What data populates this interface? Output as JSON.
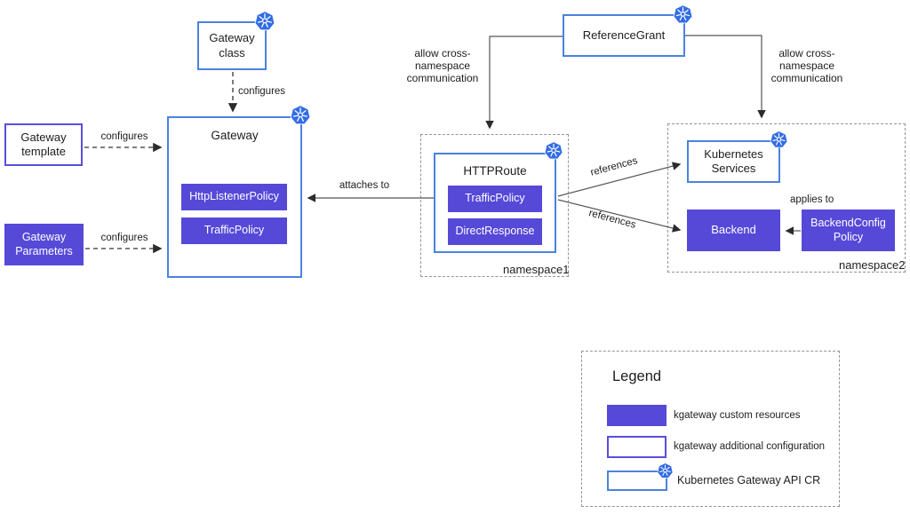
{
  "colors": {
    "kgateway_purple": "#5649d8",
    "purple_border": "#5a4edc",
    "k8s_blue_border": "#4b82dd",
    "k8s_icon_blue": "#326ce5",
    "dashed_region_gray": "#949494",
    "line_color": "#555555",
    "text_color": "#1d1d1d"
  },
  "nodes": {
    "gateway_class": {
      "label": "Gateway class",
      "has_k8s_icon": true
    },
    "gateway": {
      "label": "Gateway",
      "has_k8s_icon": true,
      "policies": [
        "HttpListenerPolicy",
        "TrafficPolicy"
      ]
    },
    "gateway_template": {
      "label": "Gateway template"
    },
    "gateway_parameters": {
      "label": "Gateway Parameters"
    },
    "httproute": {
      "label": "HTTPRoute",
      "has_k8s_icon": true,
      "policies": [
        "TrafficPolicy",
        "DirectResponse"
      ]
    },
    "reference_grant": {
      "label": "ReferenceGrant",
      "has_k8s_icon": true
    },
    "kubernetes_services": {
      "label": "Kubernetes Services",
      "has_k8s_icon": true
    },
    "backend": {
      "label": "Backend"
    },
    "backendconfig_policy": {
      "label": "BackendConfig Policy"
    }
  },
  "namespaces": {
    "namespace1": {
      "label": "namespace1"
    },
    "namespace2": {
      "label": "namespace2"
    }
  },
  "edges": {
    "class_configures": {
      "label": "configures"
    },
    "template_configures": {
      "label": "configures"
    },
    "params_configures": {
      "label": "configures"
    },
    "attaches_to": {
      "label": "attaches to"
    },
    "ref_services": {
      "label": "references"
    },
    "ref_backend": {
      "label": "references"
    },
    "applies_to": {
      "label": "applies to"
    },
    "allow_left": {
      "label": "allow cross-namespace communication"
    },
    "allow_right": {
      "label": "allow cross-namespace communication"
    }
  },
  "legend": {
    "title": "Legend",
    "items": [
      {
        "label": "kgateway custom resources",
        "swatch": "purple-fill"
      },
      {
        "label": "kgateway additional configuration",
        "swatch": "purple-border"
      },
      {
        "label": "Kubernetes Gateway API CR",
        "swatch": "blue-border-k8s-icon"
      }
    ]
  }
}
